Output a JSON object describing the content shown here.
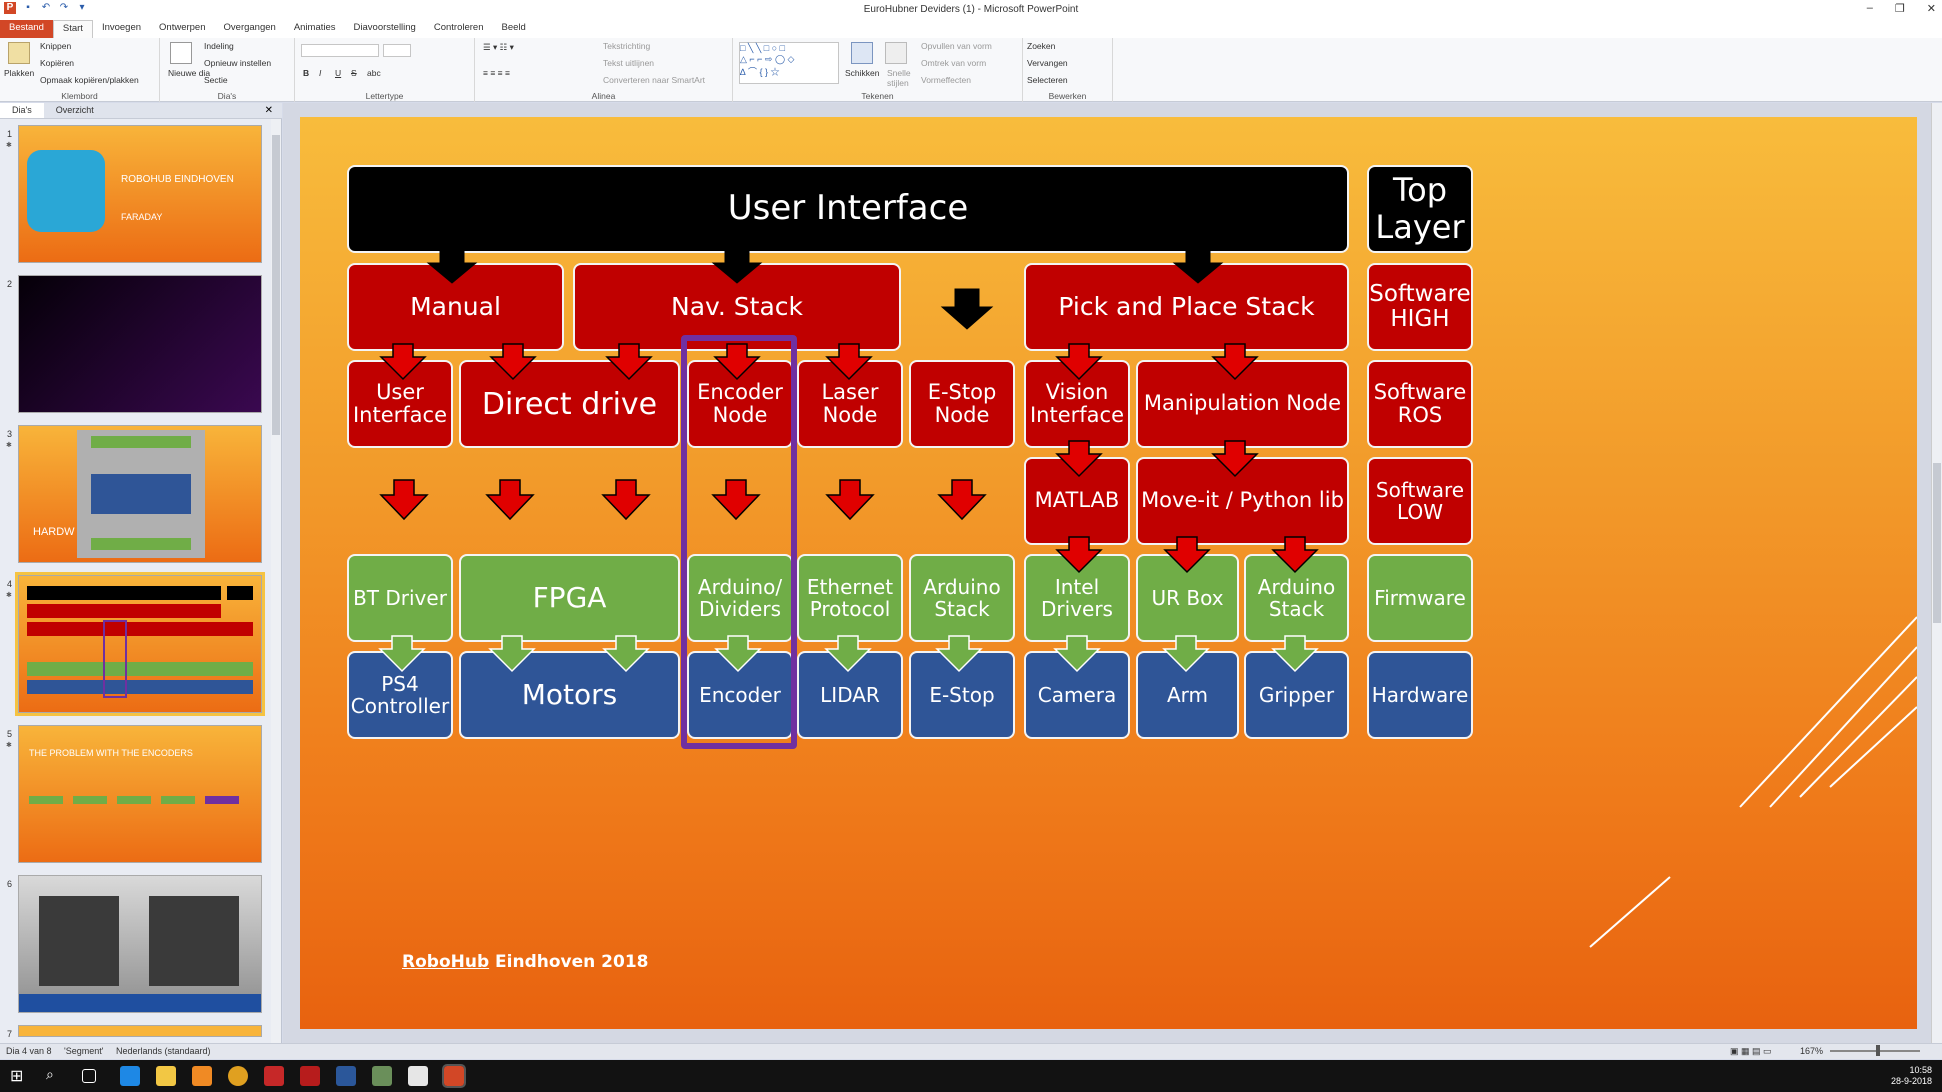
{
  "window": {
    "title": "EuroHubner Deviders (1) - Microsoft PowerPoint",
    "controls": [
      "–",
      "❐",
      "✕"
    ]
  },
  "ribbon_tabs": [
    "Bestand",
    "Start",
    "Invoegen",
    "Ontwerpen",
    "Overgangen",
    "Animaties",
    "Diavoorstelling",
    "Controleren",
    "Beeld"
  ],
  "ribbon": {
    "klembord": {
      "label": "Klembord",
      "paste": "Plakken",
      "cut": "Knippen",
      "copy": "Kopiëren",
      "format_painter": "Opmaak kopiëren/plakken"
    },
    "dias": {
      "label": "Dia's",
      "new_slide": "Nieuwe dia",
      "layout": "Indeling",
      "reset": "Opnieuw instellen",
      "section": "Sectie"
    },
    "lettertype": {
      "label": "Lettertype",
      "bold": "B",
      "italic": "I",
      "underline": "U",
      "strike": "S",
      "shadow": "abc"
    },
    "alinea": {
      "label": "Alinea",
      "text_direction": "Tekstrichting",
      "align_text": "Tekst uitlijnen",
      "smartart": "Converteren naar SmartArt"
    },
    "tekenen": {
      "label": "Tekenen",
      "arrange": "Schikken",
      "quick_styles": "Snelle stijlen",
      "fill": "Opvullen van vorm",
      "outline": "Omtrek van vorm",
      "effects": "Vormeffecten"
    },
    "bewerken": {
      "label": "Bewerken",
      "find": "Zoeken",
      "replace": "Vervangen",
      "select": "Selecteren"
    }
  },
  "panel": {
    "tabs": [
      "Dia's",
      "Overzicht"
    ],
    "thumbs": [
      {
        "num": "1",
        "title": "ROBOHUB EINDHOVEN",
        "sub": "FARADAY"
      },
      {
        "num": "2"
      },
      {
        "num": "3",
        "title": "HARDW"
      },
      {
        "num": "4"
      },
      {
        "num": "5",
        "title": "THE PROBLEM WITH THE ENCODERS"
      },
      {
        "num": "6"
      },
      {
        "num": "7"
      }
    ]
  },
  "slide": {
    "ui": "User Interface",
    "top_layer": "Top Layer",
    "row_high": [
      "Manual",
      "Nav. Stack",
      "Pick and Place Stack"
    ],
    "row_ros": [
      "User Interface",
      "Direct drive",
      "Encoder Node",
      "Laser Node",
      "E-Stop Node",
      "Vision Interface",
      "Manipulation Node"
    ],
    "row_low": [
      "MATLAB",
      "Move-it / Python lib"
    ],
    "row_fw": [
      "BT Driver",
      "FPGA",
      "Arduino/ Dividers",
      "Ethernet Protocol",
      "Arduino Stack",
      "Intel Drivers",
      "UR Box",
      "Arduino Stack"
    ],
    "row_hw": [
      "PS4 Controller",
      "Motors",
      "Encoder",
      "LIDAR",
      "E-Stop",
      "Camera",
      "Arm",
      "Gripper"
    ],
    "legend": [
      "Software HIGH",
      "Software ROS",
      "Software LOW",
      "Firmware",
      "Hardware"
    ],
    "footer_brand": "RoboHub",
    "footer_rest": " Eindhoven 2018",
    "colors": {
      "black": "#000000",
      "red": "#c00000",
      "green": "#70ad47",
      "blue": "#2f5597",
      "purple": "#7030a0"
    }
  },
  "status": {
    "slide": "Dia 4 van 8",
    "theme": "'Segment'",
    "lang": "Nederlands (standaard)",
    "zoom": "167%"
  },
  "taskbar": {
    "time": "10:58",
    "date": "28-9-2018"
  }
}
